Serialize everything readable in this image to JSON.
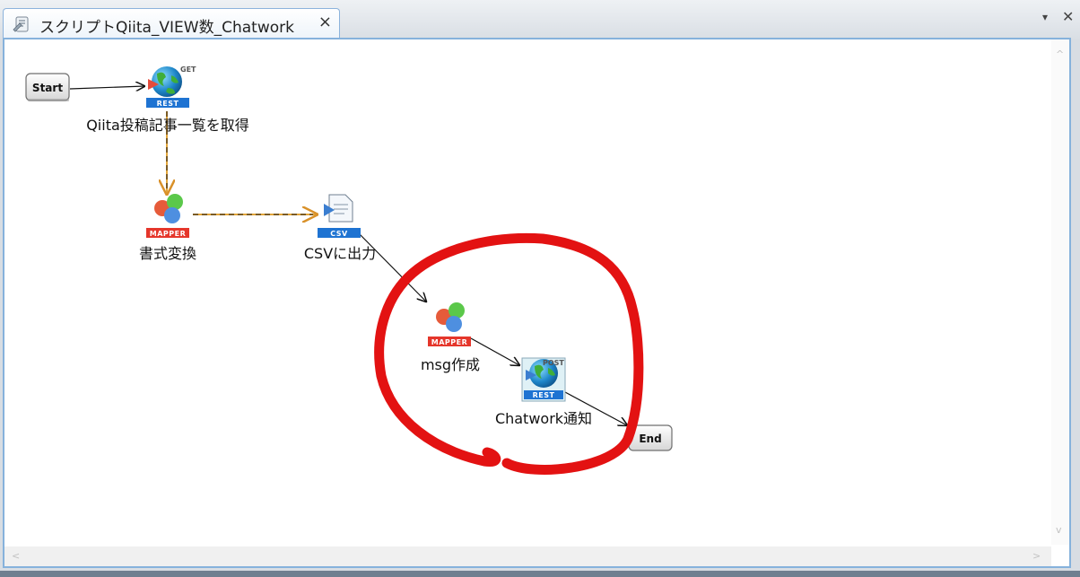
{
  "tab": {
    "title": "スクリプトQiita_VIEW数_Chatwork",
    "close": "×"
  },
  "tabbar": {
    "menu": "▾",
    "close": "✕"
  },
  "nodes": {
    "start": {
      "label": "Start"
    },
    "qiita_get": {
      "label": "Qiita投稿記事一覧を取得",
      "badge": "REST",
      "method": "GET"
    },
    "format": {
      "label": "書式変換",
      "badge": "MAPPER"
    },
    "csv_out": {
      "label": "CSVに出力",
      "badge": "CSV"
    },
    "msg": {
      "label": "msg作成",
      "badge": "MAPPER"
    },
    "chatwork": {
      "label": "Chatwork通知",
      "badge": "REST",
      "method": "POST"
    },
    "end": {
      "label": "End"
    }
  },
  "scroll": {
    "up": "^",
    "down": "v",
    "left": "<",
    "right": ">"
  },
  "colors": {
    "accent": "#86b2dc",
    "highlight": "#e31212",
    "rest_badge": "#1e73d2",
    "mapper_badge": "#e5362b",
    "dataflow": "#e2a53a"
  }
}
